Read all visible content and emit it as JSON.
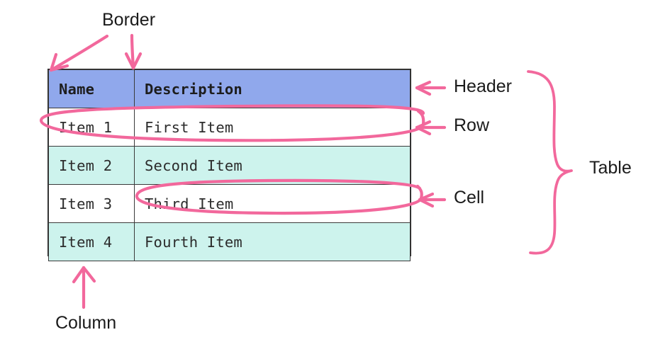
{
  "diagram": {
    "title": "HTML table anatomy annotated diagram",
    "colors": {
      "header_fill": "#90a8ec",
      "striped_row_fill": "#cdf3ed",
      "plain_row_fill": "#ffffff",
      "border": "#3a3a3a",
      "annotation_ink": "#f2689c",
      "label_text": "#1b1b1b",
      "background": "#ffffff"
    }
  },
  "table": {
    "headers": [
      "Name",
      "Description"
    ],
    "rows": [
      {
        "name": "Item 1",
        "description": "First Item"
      },
      {
        "name": "Item 2",
        "description": "Second Item"
      },
      {
        "name": "Item 3",
        "description": "Third Item"
      },
      {
        "name": "Item 4",
        "description": "Fourth Item"
      }
    ]
  },
  "annotations": [
    {
      "id": "border",
      "label": "Border",
      "marker": "two-arrows-down",
      "points_to": "table outer edge and column divider"
    },
    {
      "id": "header",
      "label": "Header",
      "marker": "left-arrow",
      "points_to": "header row"
    },
    {
      "id": "row",
      "label": "Row",
      "marker": "left-arrow-with-ellipse",
      "points_to": "Item 1 row"
    },
    {
      "id": "cell",
      "label": "Cell",
      "marker": "left-arrow-with-ellipse",
      "points_to": "Third Item cell"
    },
    {
      "id": "table",
      "label": "Table",
      "marker": "curly-brace",
      "points_to": "entire table"
    },
    {
      "id": "column",
      "label": "Column",
      "marker": "up-arrow",
      "points_to": "Name column"
    }
  ]
}
